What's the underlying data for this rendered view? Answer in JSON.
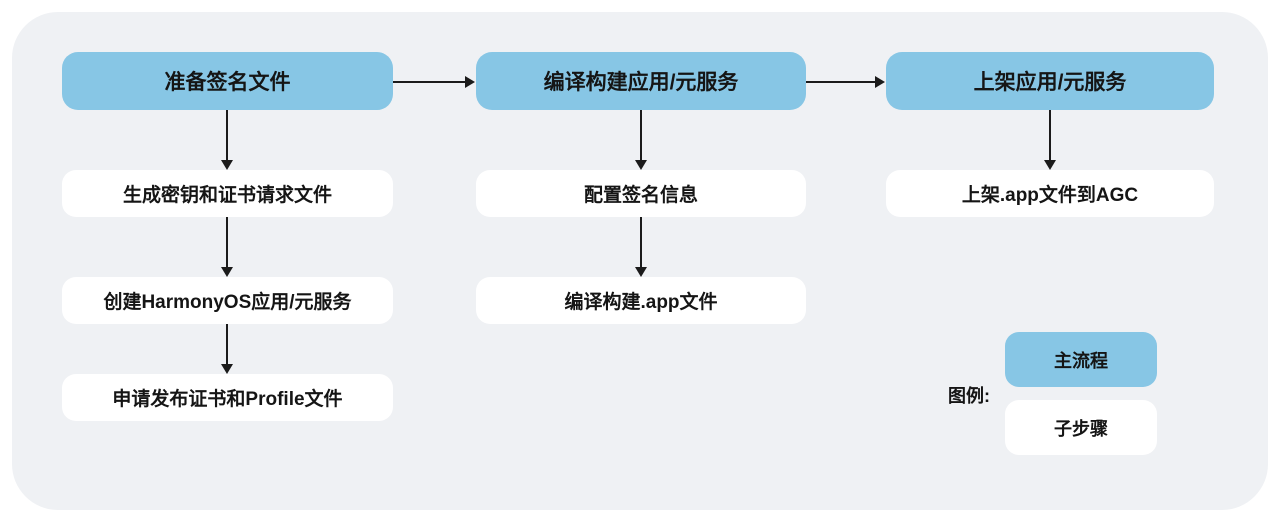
{
  "diagram": {
    "columns": [
      {
        "main": "准备签名文件",
        "steps": [
          "生成密钥和证书请求文件",
          "创建HarmonyOS应用/元服务",
          "申请发布证书和Profile文件"
        ]
      },
      {
        "main": "编译构建应用/元服务",
        "steps": [
          "配置签名信息",
          "编译构建.app文件"
        ]
      },
      {
        "main": "上架应用/元服务",
        "steps": [
          "上架.app文件到AGC"
        ]
      }
    ],
    "legend": {
      "label": "图例:",
      "main_label": "主流程",
      "sub_label": "子步骤"
    },
    "colors": {
      "main_process": "#87C6E5",
      "sub_step": "#FFFFFF",
      "canvas_background": "#EFF1F4",
      "arrow": "#1B1B1B",
      "text": "#151515"
    }
  }
}
